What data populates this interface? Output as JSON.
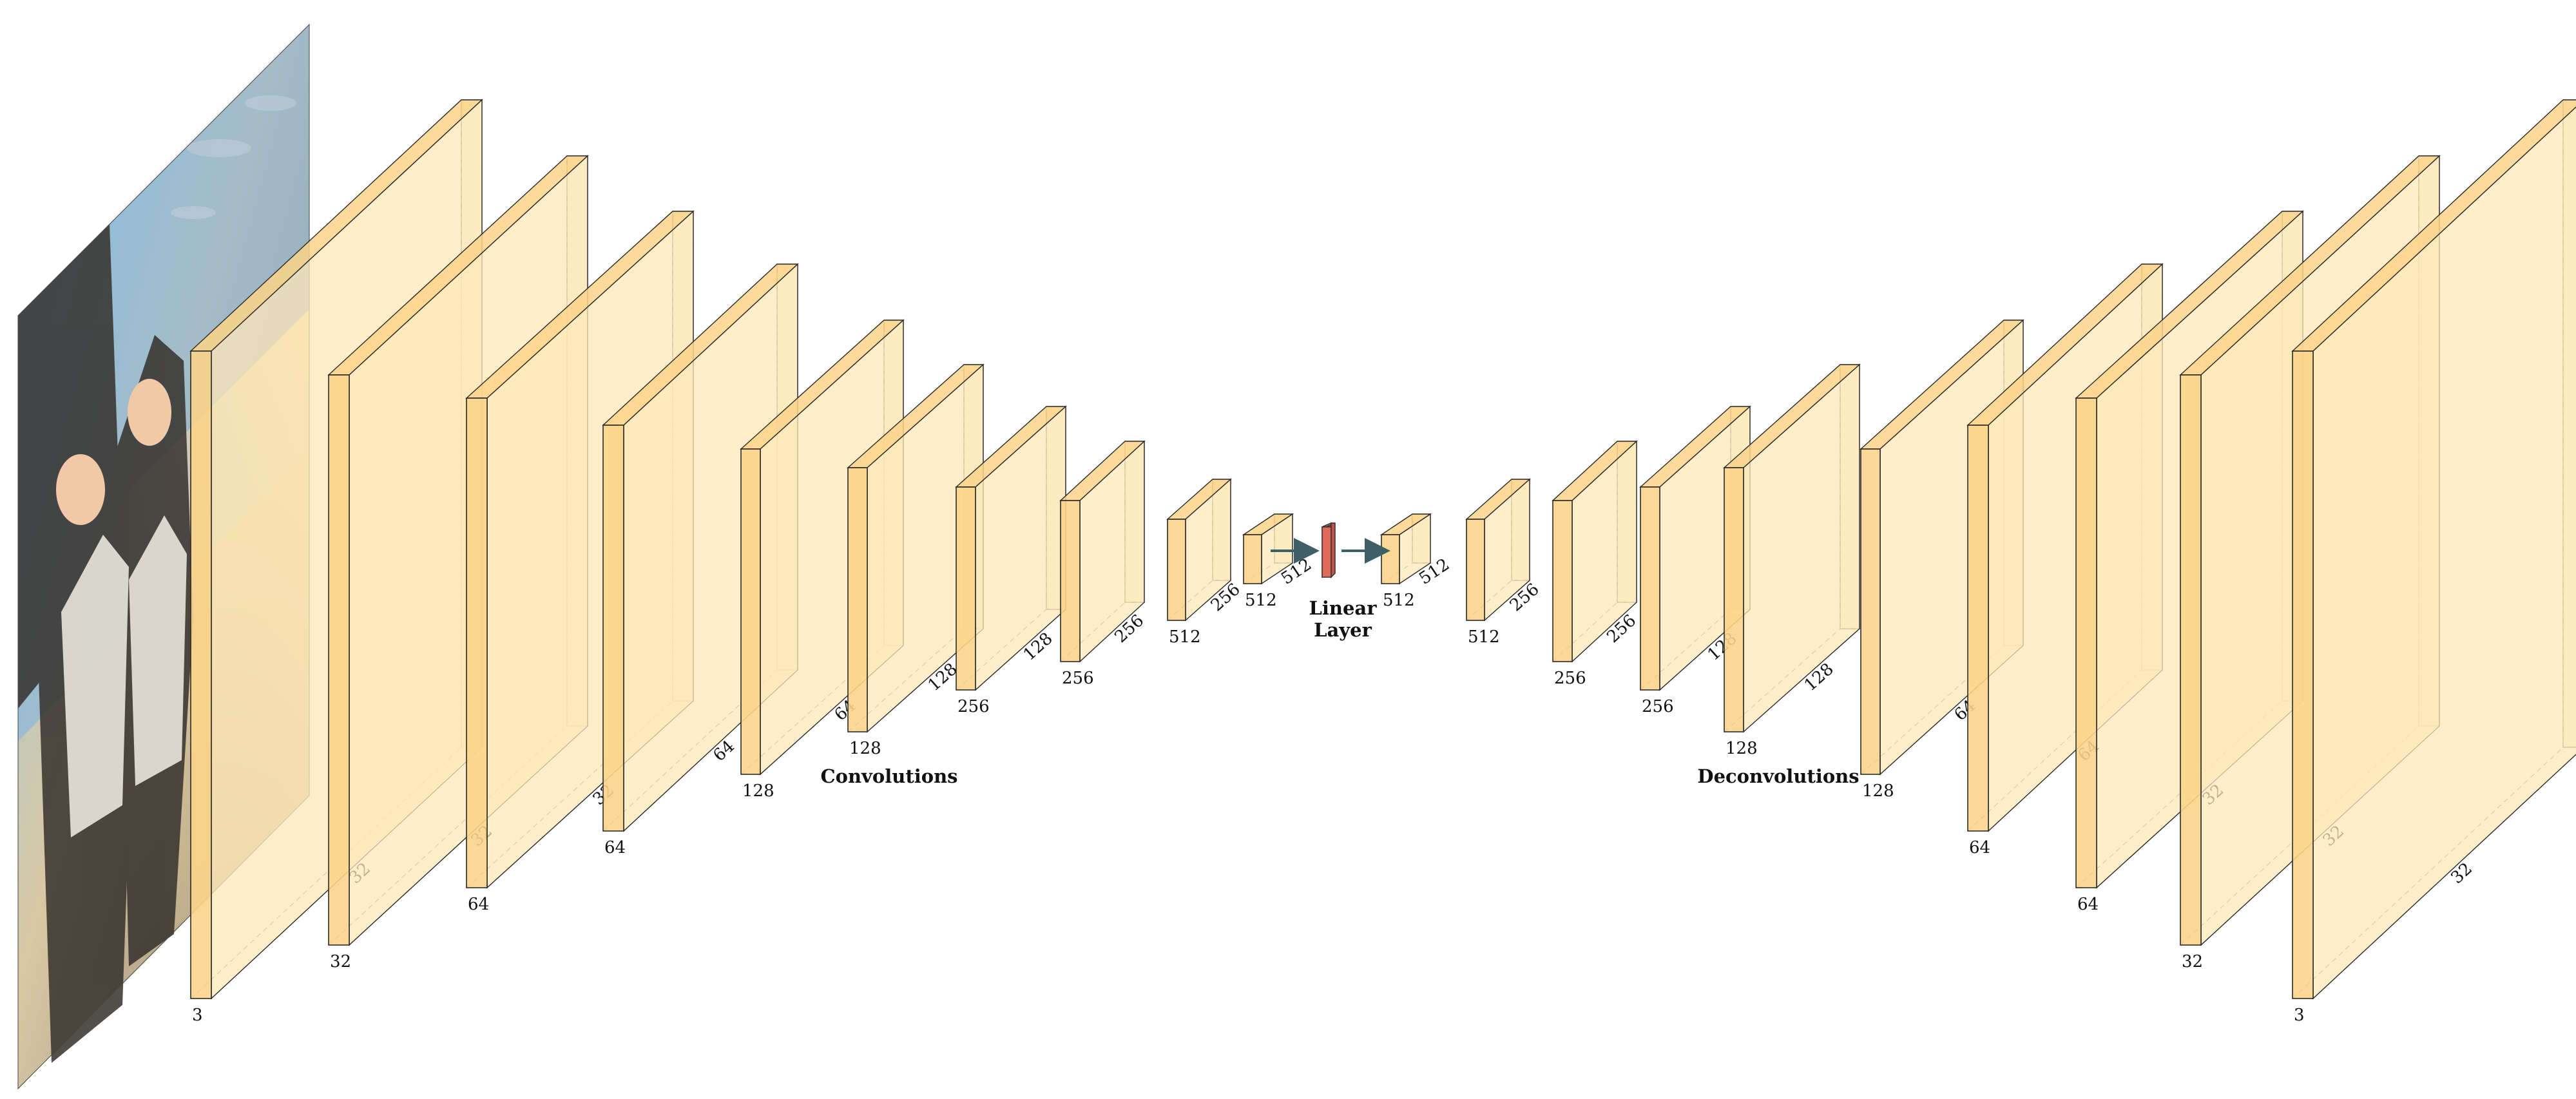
{
  "figure": {
    "conv_section_label": "Convolutions",
    "deconv_section_label": "Deconvolutions",
    "linear_label_line1": "Linear",
    "linear_label_line2": "Layer"
  },
  "encoder": [
    {
      "bottom": "3",
      "depth": "32"
    },
    {
      "bottom": "32",
      "depth": "32"
    },
    {
      "bottom": "64",
      "depth": "32"
    },
    {
      "bottom": "64",
      "depth": "64"
    },
    {
      "bottom": "128",
      "depth": "64"
    },
    {
      "bottom": "128",
      "depth": "128"
    },
    {
      "bottom": "256",
      "depth": "128"
    },
    {
      "bottom": "256",
      "depth": "256"
    },
    {
      "bottom": "512",
      "depth": "256"
    },
    {
      "bottom": "512",
      "depth": "512"
    }
  ],
  "decoder": [
    {
      "bottom": "512",
      "depth": "512"
    },
    {
      "bottom": "512",
      "depth": "256"
    },
    {
      "bottom": "256",
      "depth": "256"
    },
    {
      "bottom": "256",
      "depth": "128"
    },
    {
      "bottom": "128",
      "depth": "128"
    },
    {
      "bottom": "128",
      "depth": "64"
    },
    {
      "bottom": "64",
      "depth": "64"
    },
    {
      "bottom": "64",
      "depth": "32"
    },
    {
      "bottom": "32",
      "depth": "32"
    },
    {
      "bottom": "3",
      "depth": "32"
    }
  ],
  "colors": {
    "block_face": "#fde8b8",
    "block_shade": "#fbd48a",
    "block_edge": "#2a2a2a",
    "linear_layer": "#e06a5a",
    "arrow": "#3f5f66",
    "photo_sky": "#79b4e8",
    "photo_ground": "#6a5a4a"
  },
  "input_image": {
    "icon": "anime-photo-input"
  }
}
